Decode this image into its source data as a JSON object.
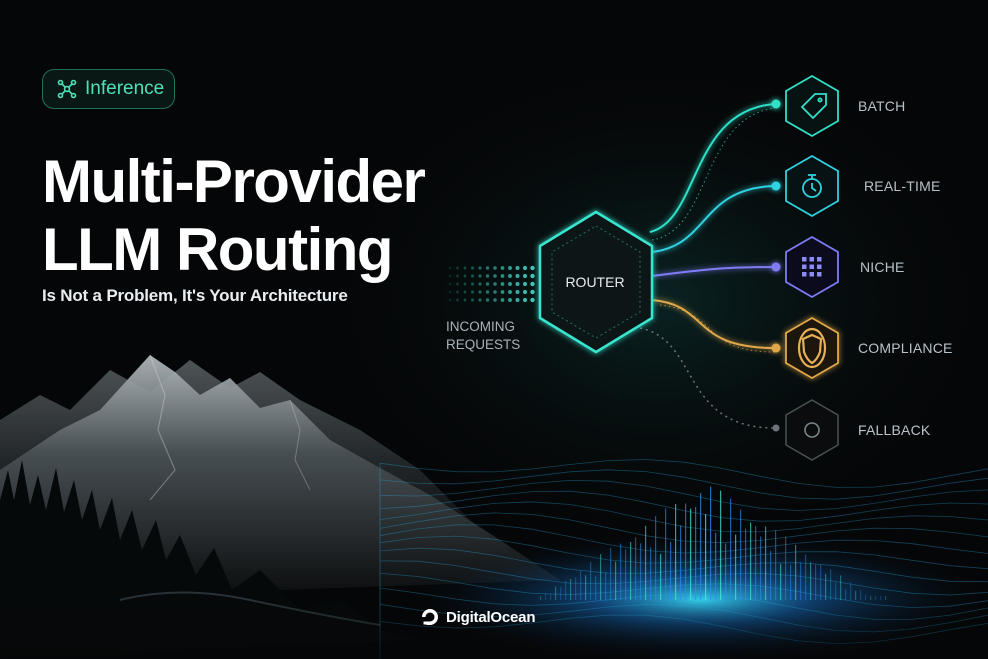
{
  "badge": {
    "label": "Inference",
    "icon": "network-icon",
    "color": "#4fe0b8"
  },
  "headline": {
    "line1": "Multi-Provider",
    "line2": "LLM Routing"
  },
  "subheadline": "Is Not a Problem, It's Your Architecture",
  "diagram": {
    "incoming_line1": "INCOMING",
    "incoming_line2": "REQUESTS",
    "router": "ROUTER",
    "routes": [
      {
        "label": "BATCH",
        "icon": "price-tag-icon",
        "color": "#2fe0c8"
      },
      {
        "label": "REAL-TIME",
        "icon": "stopwatch-icon",
        "color": "#2fd2e0"
      },
      {
        "label": "NICHE",
        "icon": "grid-dots-icon",
        "color": "#7f7cf5"
      },
      {
        "label": "COMPLIANCE",
        "icon": "shield-icon",
        "color": "#e0a84a"
      },
      {
        "label": "FALLBACK",
        "icon": "circle-icon",
        "color": "#6c7478"
      }
    ]
  },
  "brand": {
    "name": "DigitalOcean",
    "icon": "digitalocean-logo-icon"
  }
}
